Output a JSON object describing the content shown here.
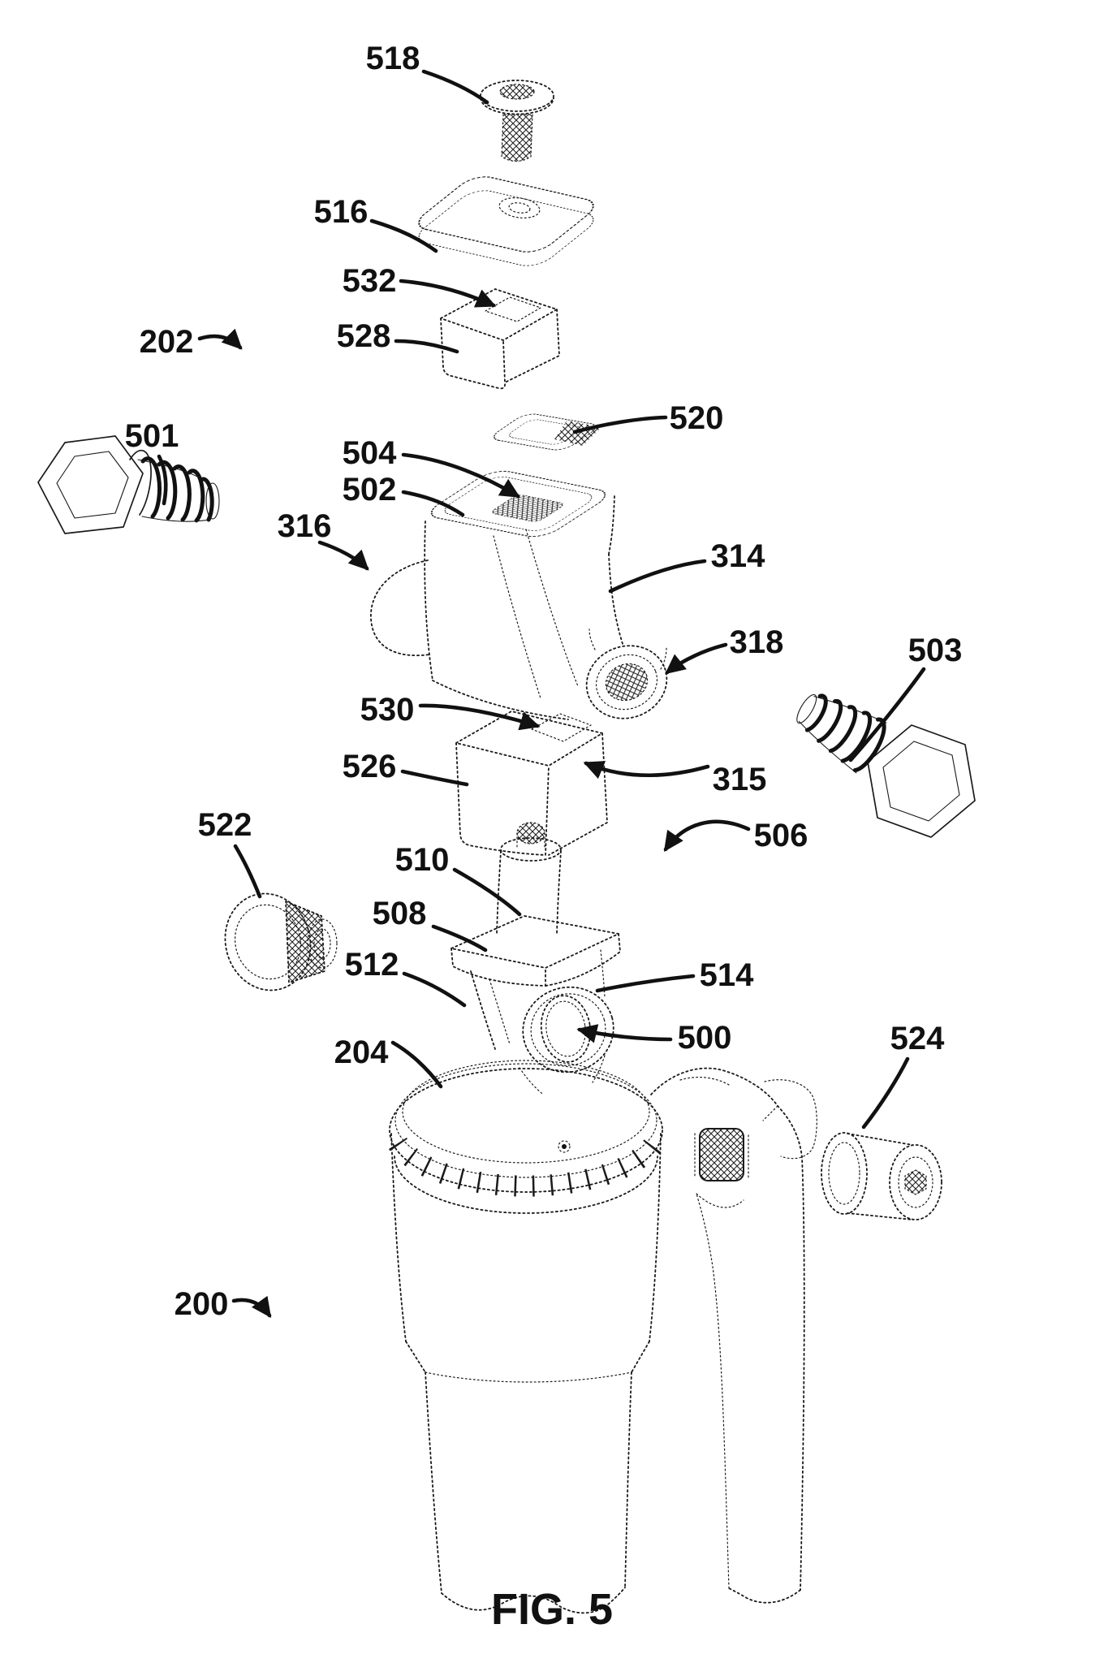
{
  "figure": {
    "caption": "FIG. 5"
  },
  "colors": {
    "ink": "#1a1a1a",
    "background": "#ffffff"
  },
  "labels": {
    "n518": "518",
    "n516": "516",
    "n532": "532",
    "n528": "528",
    "n202": "202",
    "n520": "520",
    "n501": "501",
    "n504": "504",
    "n502": "502",
    "n316": "316",
    "n314": "314",
    "n318": "318",
    "n503": "503",
    "n530": "530",
    "n526": "526",
    "n315": "315",
    "n522": "522",
    "n506": "506",
    "n510": "510",
    "n508": "508",
    "n512": "512",
    "n514": "514",
    "n500": "500",
    "n204": "204",
    "n524": "524",
    "n200": "200"
  }
}
